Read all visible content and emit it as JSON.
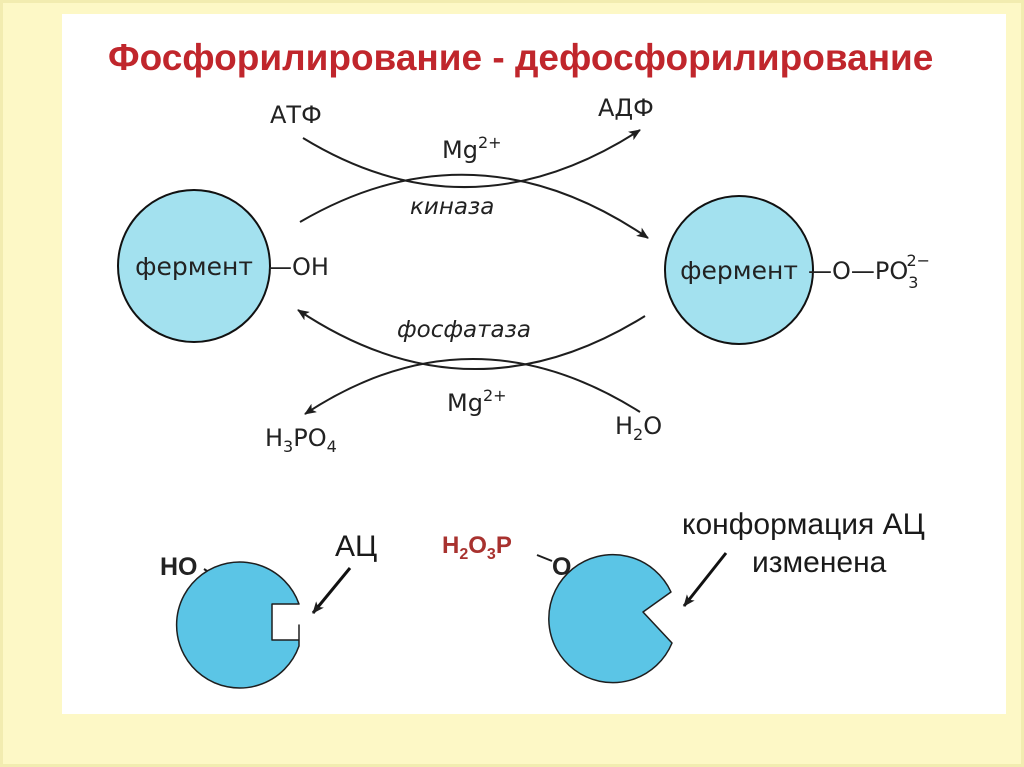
{
  "title": "Фосфорилирование - дефосфорилирование",
  "reaction": {
    "atp": "АТФ",
    "adp": "АДФ",
    "mg_top": "Mg",
    "mg_top_charge": "2+",
    "kinase": "киназа",
    "phosphatase": "фосфатаза",
    "mg_bottom": "Mg",
    "mg_bottom_charge": "2+",
    "h3po4_h": "H",
    "h3po4_3": "3",
    "h3po4_po": "PO",
    "h3po4_4": "4",
    "h2o_h": "H",
    "h2o_2": "2",
    "h2o_o": "O"
  },
  "enzyme_left": {
    "label": "фермент",
    "group": "—OH"
  },
  "enzyme_right": {
    "label": "фермент",
    "group": "—O—PO",
    "group_sub": "3",
    "group_charge": "2−"
  },
  "bottom": {
    "ho": "HO",
    "active_site": "АЦ",
    "phos_h": "H",
    "phos_2": "2",
    "phos_o": "O",
    "phos_3": "3",
    "phos_p": "P",
    "phos_o_link": "O",
    "conformation_line1": "конформация АЦ",
    "conformation_line2": "изменена"
  },
  "colors": {
    "enzyme_fill": "#a3e1ef",
    "protein_fill": "#5bc5e6",
    "title": "#c0262c",
    "phospho_group": "#a8322f"
  }
}
